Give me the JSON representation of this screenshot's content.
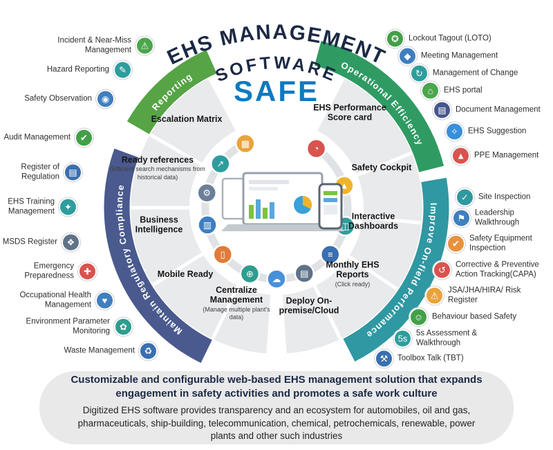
{
  "title": {
    "line1": "EHS MANAGEMENT",
    "line2": "SOFTWARE",
    "product": "SAFE",
    "product_color": "#0f7ac0"
  },
  "wheel": {
    "segments": [
      {
        "label": "Escalation Matrix"
      },
      {
        "label": "Ready references",
        "sub": "(Efficient search mechanisms from historical data)"
      },
      {
        "label": "Business Intelligence"
      },
      {
        "label": "Mobile Ready"
      },
      {
        "label": "Centralize Management",
        "sub": "(Manage multiple plant's data)"
      },
      {
        "label": "Deploy On-premise/Cloud"
      },
      {
        "label": "Monthly EHS Reports",
        "sub": "(Click ready)"
      },
      {
        "label": "Interactive Dashboards"
      },
      {
        "label": "Safety Cockpit"
      },
      {
        "label": "EHS Performance Score card"
      }
    ],
    "arcs": [
      {
        "label": "Reporting",
        "color": "#56a446"
      },
      {
        "label": "Operational Efficiency",
        "color": "#2f9b63"
      },
      {
        "label": "Maintain Regulatory Compliance",
        "color": "#4a5a8e"
      },
      {
        "label": "Improve On-field Performance",
        "color": "#2f98a2"
      }
    ],
    "hub_icons": [
      {
        "icon": "calculator-icon",
        "glyph": "▦",
        "color": "#e8a33d"
      },
      {
        "icon": "trend-chart-icon",
        "glyph": "↗",
        "color": "#2f9d9d"
      },
      {
        "icon": "gears-icon",
        "glyph": "⚙",
        "color": "#6b7f99"
      },
      {
        "icon": "analytics-chart-icon",
        "glyph": "▥",
        "color": "#3f7fbf"
      },
      {
        "icon": "mobile-icon",
        "glyph": "▯",
        "color": "#e07b39"
      },
      {
        "icon": "globe-icon",
        "glyph": "⊕",
        "color": "#2f9d8f"
      },
      {
        "icon": "cloud-icon",
        "glyph": "☁",
        "color": "#4a90d9"
      },
      {
        "icon": "documents-icon",
        "glyph": "▤",
        "color": "#5f7389"
      },
      {
        "icon": "report-list-icon",
        "glyph": "≡",
        "color": "#3a6fb0"
      },
      {
        "icon": "bar-chart-icon",
        "glyph": "◫",
        "color": "#2e9d9d"
      },
      {
        "icon": "safety-helmet-icon",
        "glyph": "▲",
        "color": "#f0b429"
      },
      {
        "icon": "gauge-icon",
        "glyph": "◔",
        "color": "#d9534f"
      }
    ]
  },
  "left_items": [
    {
      "label": "Incident & Near-Miss Management",
      "icon": "incident-warning-icon",
      "glyph": "⚠",
      "color": "#4ca64c"
    },
    {
      "label": "Hazard Reporting",
      "icon": "hazard-report-icon",
      "glyph": "✎",
      "color": "#2f9d9d"
    },
    {
      "label": "Safety Observation",
      "icon": "eye-icon",
      "glyph": "◉",
      "color": "#3f7fbf"
    },
    {
      "label": "Audit Management",
      "icon": "audit-check-icon",
      "glyph": "✔",
      "color": "#43a047"
    },
    {
      "label": "Register of Regulation",
      "icon": "register-book-icon",
      "glyph": "▤",
      "color": "#3a6fb0"
    },
    {
      "label": "EHS Training Management",
      "icon": "training-icon",
      "glyph": "✦",
      "color": "#2f9d9d"
    },
    {
      "label": "MSDS Register",
      "icon": "chemical-icon",
      "glyph": "❖",
      "color": "#5f7389"
    },
    {
      "label": "Emergency Preparedness",
      "icon": "medical-cross-icon",
      "glyph": "✚",
      "color": "#d9534f"
    },
    {
      "label": "Occupational Health Management",
      "icon": "health-heart-icon",
      "glyph": "♥",
      "color": "#3f7fbf"
    },
    {
      "label": "Environment Parameter Monitoring",
      "icon": "environment-leaf-icon",
      "glyph": "✿",
      "color": "#2e9d8f"
    },
    {
      "label": "Waste Management",
      "icon": "waste-recycle-icon",
      "glyph": "♻",
      "color": "#3a6fb0"
    }
  ],
  "right_items": [
    {
      "label": "Lockout Tagout (LOTO)",
      "icon": "lock-icon",
      "glyph": "✪",
      "color": "#43a047"
    },
    {
      "label": "Meeting Management",
      "icon": "meeting-people-icon",
      "glyph": "◆",
      "color": "#3f7fbf"
    },
    {
      "label": "Management of Change",
      "icon": "change-cycle-icon",
      "glyph": "↻",
      "color": "#2f9d9d"
    },
    {
      "label": "EHS portal",
      "icon": "portal-home-icon",
      "glyph": "⌂",
      "color": "#4ca64c"
    },
    {
      "label": "Document Management",
      "icon": "document-icon",
      "glyph": "▤",
      "color": "#46568c"
    },
    {
      "label": "EHS Suggestion",
      "icon": "idea-bulb-icon",
      "glyph": "✧",
      "color": "#3a8fd9"
    },
    {
      "label": "PPE Management",
      "icon": "ppe-helmet-icon",
      "glyph": "▲",
      "color": "#d9534f"
    },
    {
      "label": "Site Inspection",
      "icon": "inspection-search-icon",
      "glyph": "✓",
      "color": "#2f98a0"
    },
    {
      "label": "Leadership Walkthrough",
      "icon": "walkthrough-flag-icon",
      "glyph": "⚑",
      "color": "#3f7fbf"
    },
    {
      "label": "Safety Equipment Inspection",
      "icon": "equipment-check-icon",
      "glyph": "✔",
      "color": "#e8913d"
    },
    {
      "label": "Corrective & Preventive Action Tracking(CAPA)",
      "icon": "capa-loop-icon",
      "glyph": "↺",
      "color": "#d9534f"
    },
    {
      "label": "JSA/JHA/HIRA/ Risk Register",
      "icon": "risk-warning-icon",
      "glyph": "⚠",
      "color": "#e8a33d"
    },
    {
      "label": "Behaviour based Safety",
      "icon": "behaviour-smiley-icon",
      "glyph": "☺",
      "color": "#43a047"
    },
    {
      "label": "5s Assessment & Walkthrough",
      "icon": "5s-icon",
      "glyph": "5s",
      "color": "#2f9d9d"
    },
    {
      "label": "Toolbox Talk (TBT)",
      "icon": "toolbox-icon",
      "glyph": "⚒",
      "color": "#3a6fb0"
    }
  ],
  "footer": {
    "headline": "Customizable and configurable web-based EHS management solution that expands engagement in safety activities and promotes a safe work culture",
    "body": "Digitized EHS software provides transparency and an ecosystem for automobiles, oil and gas, pharmaceuticals, ship-building, telecommunication, chemical, petrochemicals, renewable, power plants and other such industries"
  }
}
